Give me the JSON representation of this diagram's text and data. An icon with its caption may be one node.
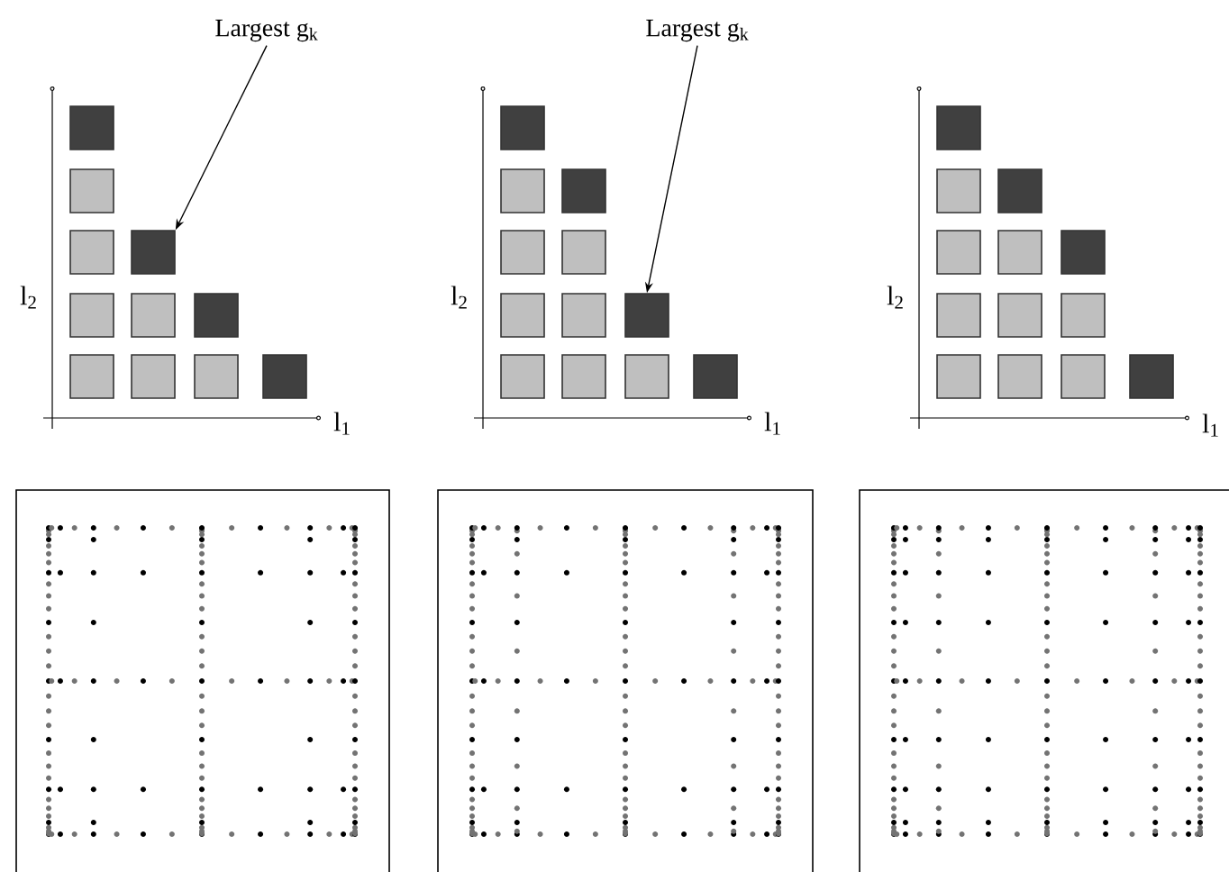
{
  "diagram": {
    "nodes": [
      {
        "text": [
          "Largest g$_{k}$"
        ]
      },
      {
        "text": [],
        "shape": "box"
      },
      {
        "text": [
          "Largest g$_{k}$"
        ]
      },
      {
        "text": [],
        "shape": "box"
      }
    ],
    "edges": [
      {
        "from": 0,
        "to": 1,
        "arrow": "to"
      },
      {
        "from": 2,
        "to": 3,
        "arrow": "to"
      }
    ],
    "labels": [
      "l$_{2}$",
      "l$_{1}$",
      "l$_{2}$",
      "l$_{1}$",
      "l$_{2}$",
      "l$_{1}$"
    ]
  }
}
